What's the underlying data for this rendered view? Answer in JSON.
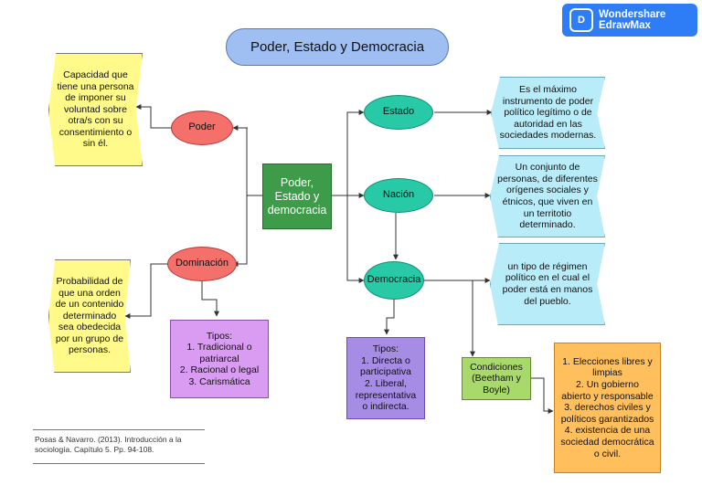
{
  "brand": {
    "line1": "Wondershare",
    "line2": "EdrawMax",
    "icon": "edrawmax-logo-icon"
  },
  "diagram": {
    "title": "Poder,  Estado y Democracia",
    "center": "Poder, Estado y democracia",
    "poder": "Poder",
    "dominacion": "Dominación",
    "estado": "Estado",
    "nacion": "Nación",
    "democracia": "Democracia",
    "poder_def": "Capacidad que tiene una persona de imponer su voluntad sobre otra/s con su consentimiento o sin él.",
    "dominacion_def": "Probabilidad de que una orden de un contenido determinado sea obedecida por un grupo de personas.",
    "tipos_dominacion": "Tipos:\n1. Tradicional o patriarcal\n2. Racional o legal\n3. Carismática",
    "estado_def": "Es el máximo instrumento de poder político legítimo o de autoridad en las sociedades modernas.",
    "nacion_def": "Un conjunto de personas, de diferentes orígenes sociales y étnicos, que viven en un territotio determinado.",
    "democracia_def": "un tipo de régimen político en el cual el poder está en manos del pueblo.",
    "tipos_democracia": "Tipos:\n1. Directa o participativa\n2. Liberal, representativa o indirecta.",
    "condiciones": "Condiciones (Beetham y Boyle)",
    "condiciones_list": "1. Elecciones libres y limpias\n2. Un gobierno abierto y responsable\n3. derechos civiles y políticos garantizados\n4. existencia de una sociedad democrática o civil."
  },
  "citation": "Posas & Navarro. (2013). Introducción a la sociología. Capítulo 5. Pp. 94-108.",
  "colors": {
    "connector": "#333333",
    "title_fill": "#9fbff2",
    "center_fill": "#3e9b49",
    "red_fill": "#f56f6b",
    "teal_fill": "#27c9a7",
    "yellow_fill": "#fffa8a",
    "cyan_fill": "#b8ecf9",
    "violet_fill": "#d99cf2",
    "purple_fill": "#a78ce6",
    "green_fill": "#a8d96a",
    "orange_fill": "#ffbf5c"
  }
}
